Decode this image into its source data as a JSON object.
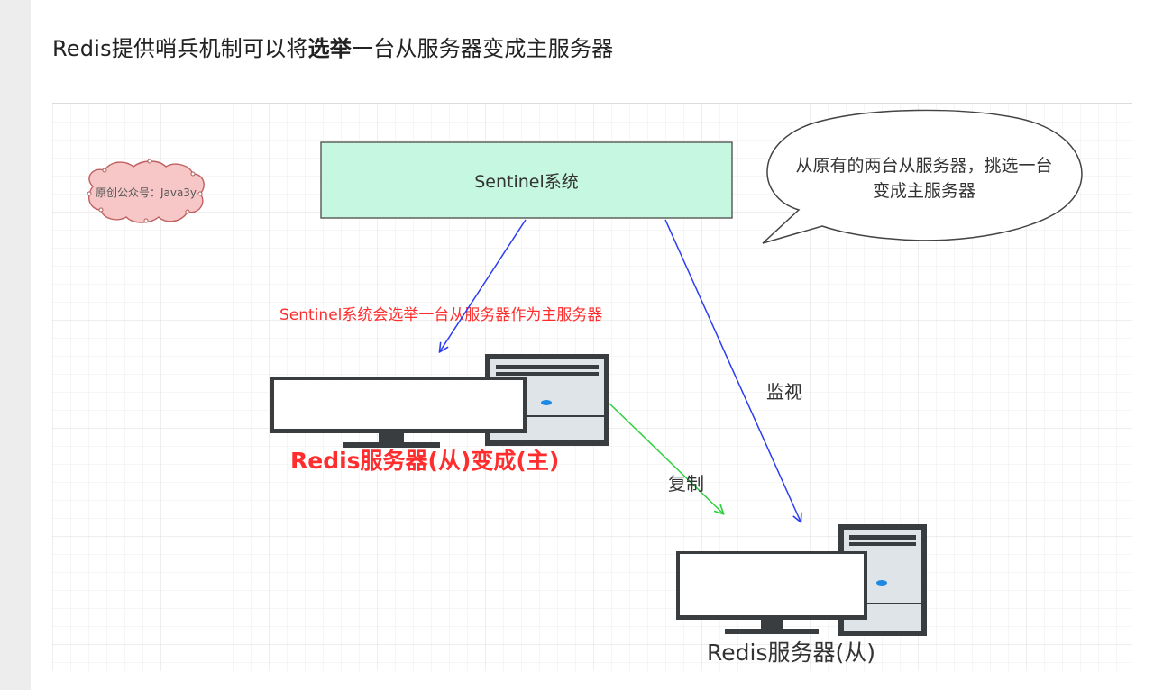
{
  "heading": {
    "prefix": "Redis提供哨兵机制可以将",
    "bold": "选举",
    "suffix": "一台从服务器变成主服务器"
  },
  "diagram": {
    "watermark": "原创公众号：Java3y",
    "sentinel_box": "Sentinel系统",
    "speech_bubble_line1": "从原有的两台从服务器，挑选一台",
    "speech_bubble_line2": "变成主服务器",
    "election_caption": "Sentinel系统会选举一台从服务器作为主服务器",
    "monitor_label": "监视",
    "replicate_label": "复制",
    "promoted_server_label": "Redis服务器(从)变成(主)",
    "slave_server_label": "Redis服务器(从)"
  },
  "colors": {
    "sentinel_fill": "#c6f7e0",
    "caption_red": "#ff2d2d",
    "arrow_blue": "#2b3df2",
    "arrow_green": "#2ad13a",
    "watermark_pink": "#f7c7c7"
  }
}
